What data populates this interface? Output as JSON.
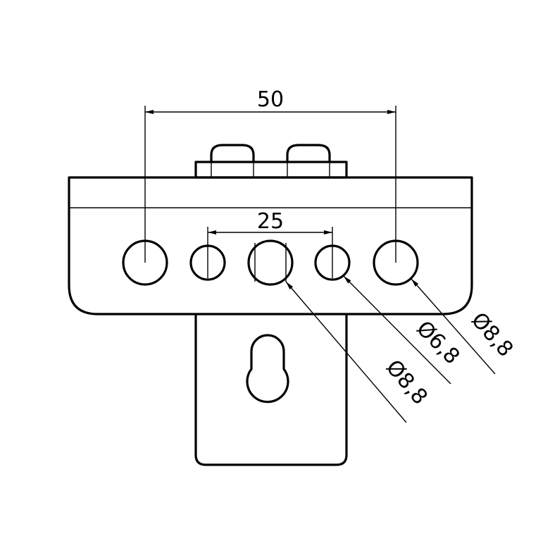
{
  "dimensions": {
    "hole_spacing_outer": "50",
    "hole_spacing_inner": "25",
    "callout_center_hole": "Ø8,8",
    "callout_small_hole": "Ø6,8",
    "callout_outer_hole": "Ø8,8"
  }
}
